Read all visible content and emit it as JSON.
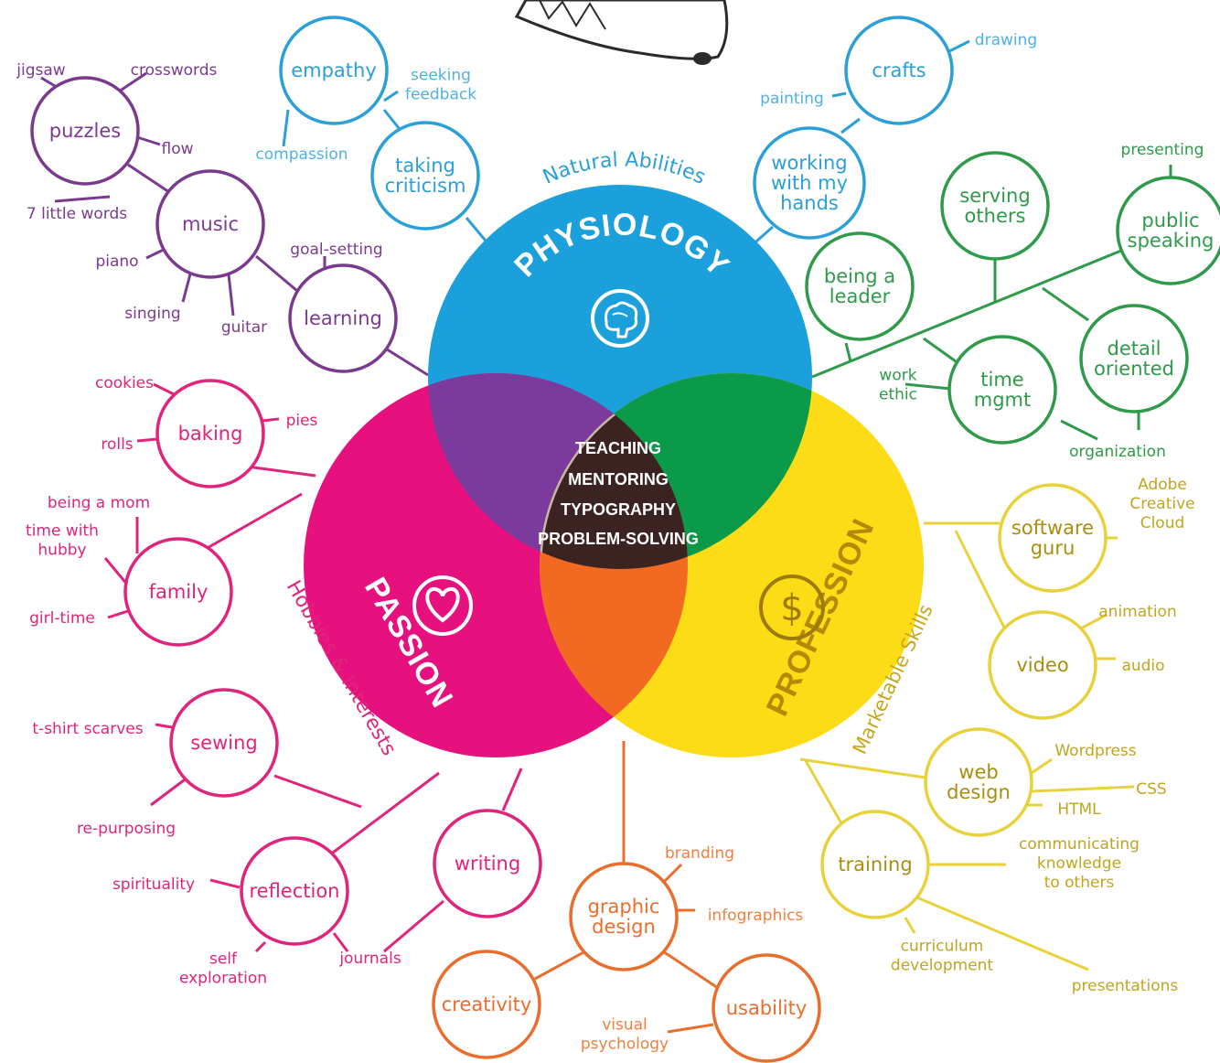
{
  "center": [
    "TEACHING",
    "MENTORING",
    "TYPOGRAPHY",
    "PROBLEM-SOLVING"
  ],
  "circles": {
    "physiology": {
      "title": "PHYSIOLOGY",
      "subtitle": "Natural Abilities",
      "color": "#1ba0dc",
      "icon": "brain-icon"
    },
    "passion": {
      "title": "PASSION",
      "subtitle": "Hobbies & Interests",
      "color": "#e6117e",
      "icon": "heart-icon"
    },
    "profession": {
      "title": "PROFESSION",
      "subtitle": "Marketable Skills",
      "color": "#fcdc16",
      "icon": "dollar-icon"
    }
  },
  "overlap_colors": {
    "physiology_passion": "#7a3b9c",
    "physiology_profession": "#0a9a4a",
    "passion_profession": "#f26a21",
    "center": "#3a2320"
  },
  "branch_colors": {
    "purple": "#7a3b8f",
    "blue": "#2a9fd8",
    "green": "#2e9a4a",
    "pink": "#e0247c",
    "yellow": "#d9be1a",
    "orange": "#e96d2c"
  },
  "nodes": {
    "puzzles": "puzzles",
    "music": "music",
    "learning": "learning",
    "empathy": "empathy",
    "taking_criticism": "taking criticism",
    "crafts": "crafts",
    "working_with_my_hands": "working with my hands",
    "serving_others": "serving others",
    "public_speaking": "public speaking",
    "being_a_leader": "being a leader",
    "time_mgmt": "time mgmt",
    "detail_oriented": "detail oriented",
    "baking": "baking",
    "family": "family",
    "sewing": "sewing",
    "reflection": "reflection",
    "writing": "writing",
    "graphic_design": "graphic design",
    "creativity": "creativity",
    "usability": "usability",
    "software_guru": "software guru",
    "video": "video",
    "web_design": "web design",
    "training": "training"
  },
  "leaves": {
    "jigsaw": "jigsaw",
    "crosswords": "crosswords",
    "flow": "flow",
    "seven_little_words": "7 little words",
    "piano": "piano",
    "singing": "singing",
    "guitar": "guitar",
    "goal_setting": "goal-setting",
    "compassion": "compassion",
    "seeking_feedback": "seeking feedback",
    "drawing": "drawing",
    "painting": "painting",
    "presenting": "presenting",
    "work_ethic": "work ethic",
    "organization": "organization",
    "cookies": "cookies",
    "rolls": "rolls",
    "pies": "pies",
    "being_a_mom": "being a mom",
    "time_with_hubby": "time with hubby",
    "girl_time": "girl-time",
    "t_shirt_scarves": "t-shirt scarves",
    "re_purposing": "re-purposing",
    "spirituality": "spirituality",
    "self_exploration": "self exploration",
    "journals": "journals",
    "branding": "branding",
    "infographics": "infographics",
    "visual_psychology": "visual psychology",
    "adobe_creative_cloud": "Adobe Creative Cloud",
    "animation": "animation",
    "audio": "audio",
    "wordpress": "Wordpress",
    "css": "CSS",
    "html": "HTML",
    "communicating_knowledge": "communicating knowledge to others",
    "curriculum_development": "curriculum development",
    "presentations": "presentations"
  }
}
